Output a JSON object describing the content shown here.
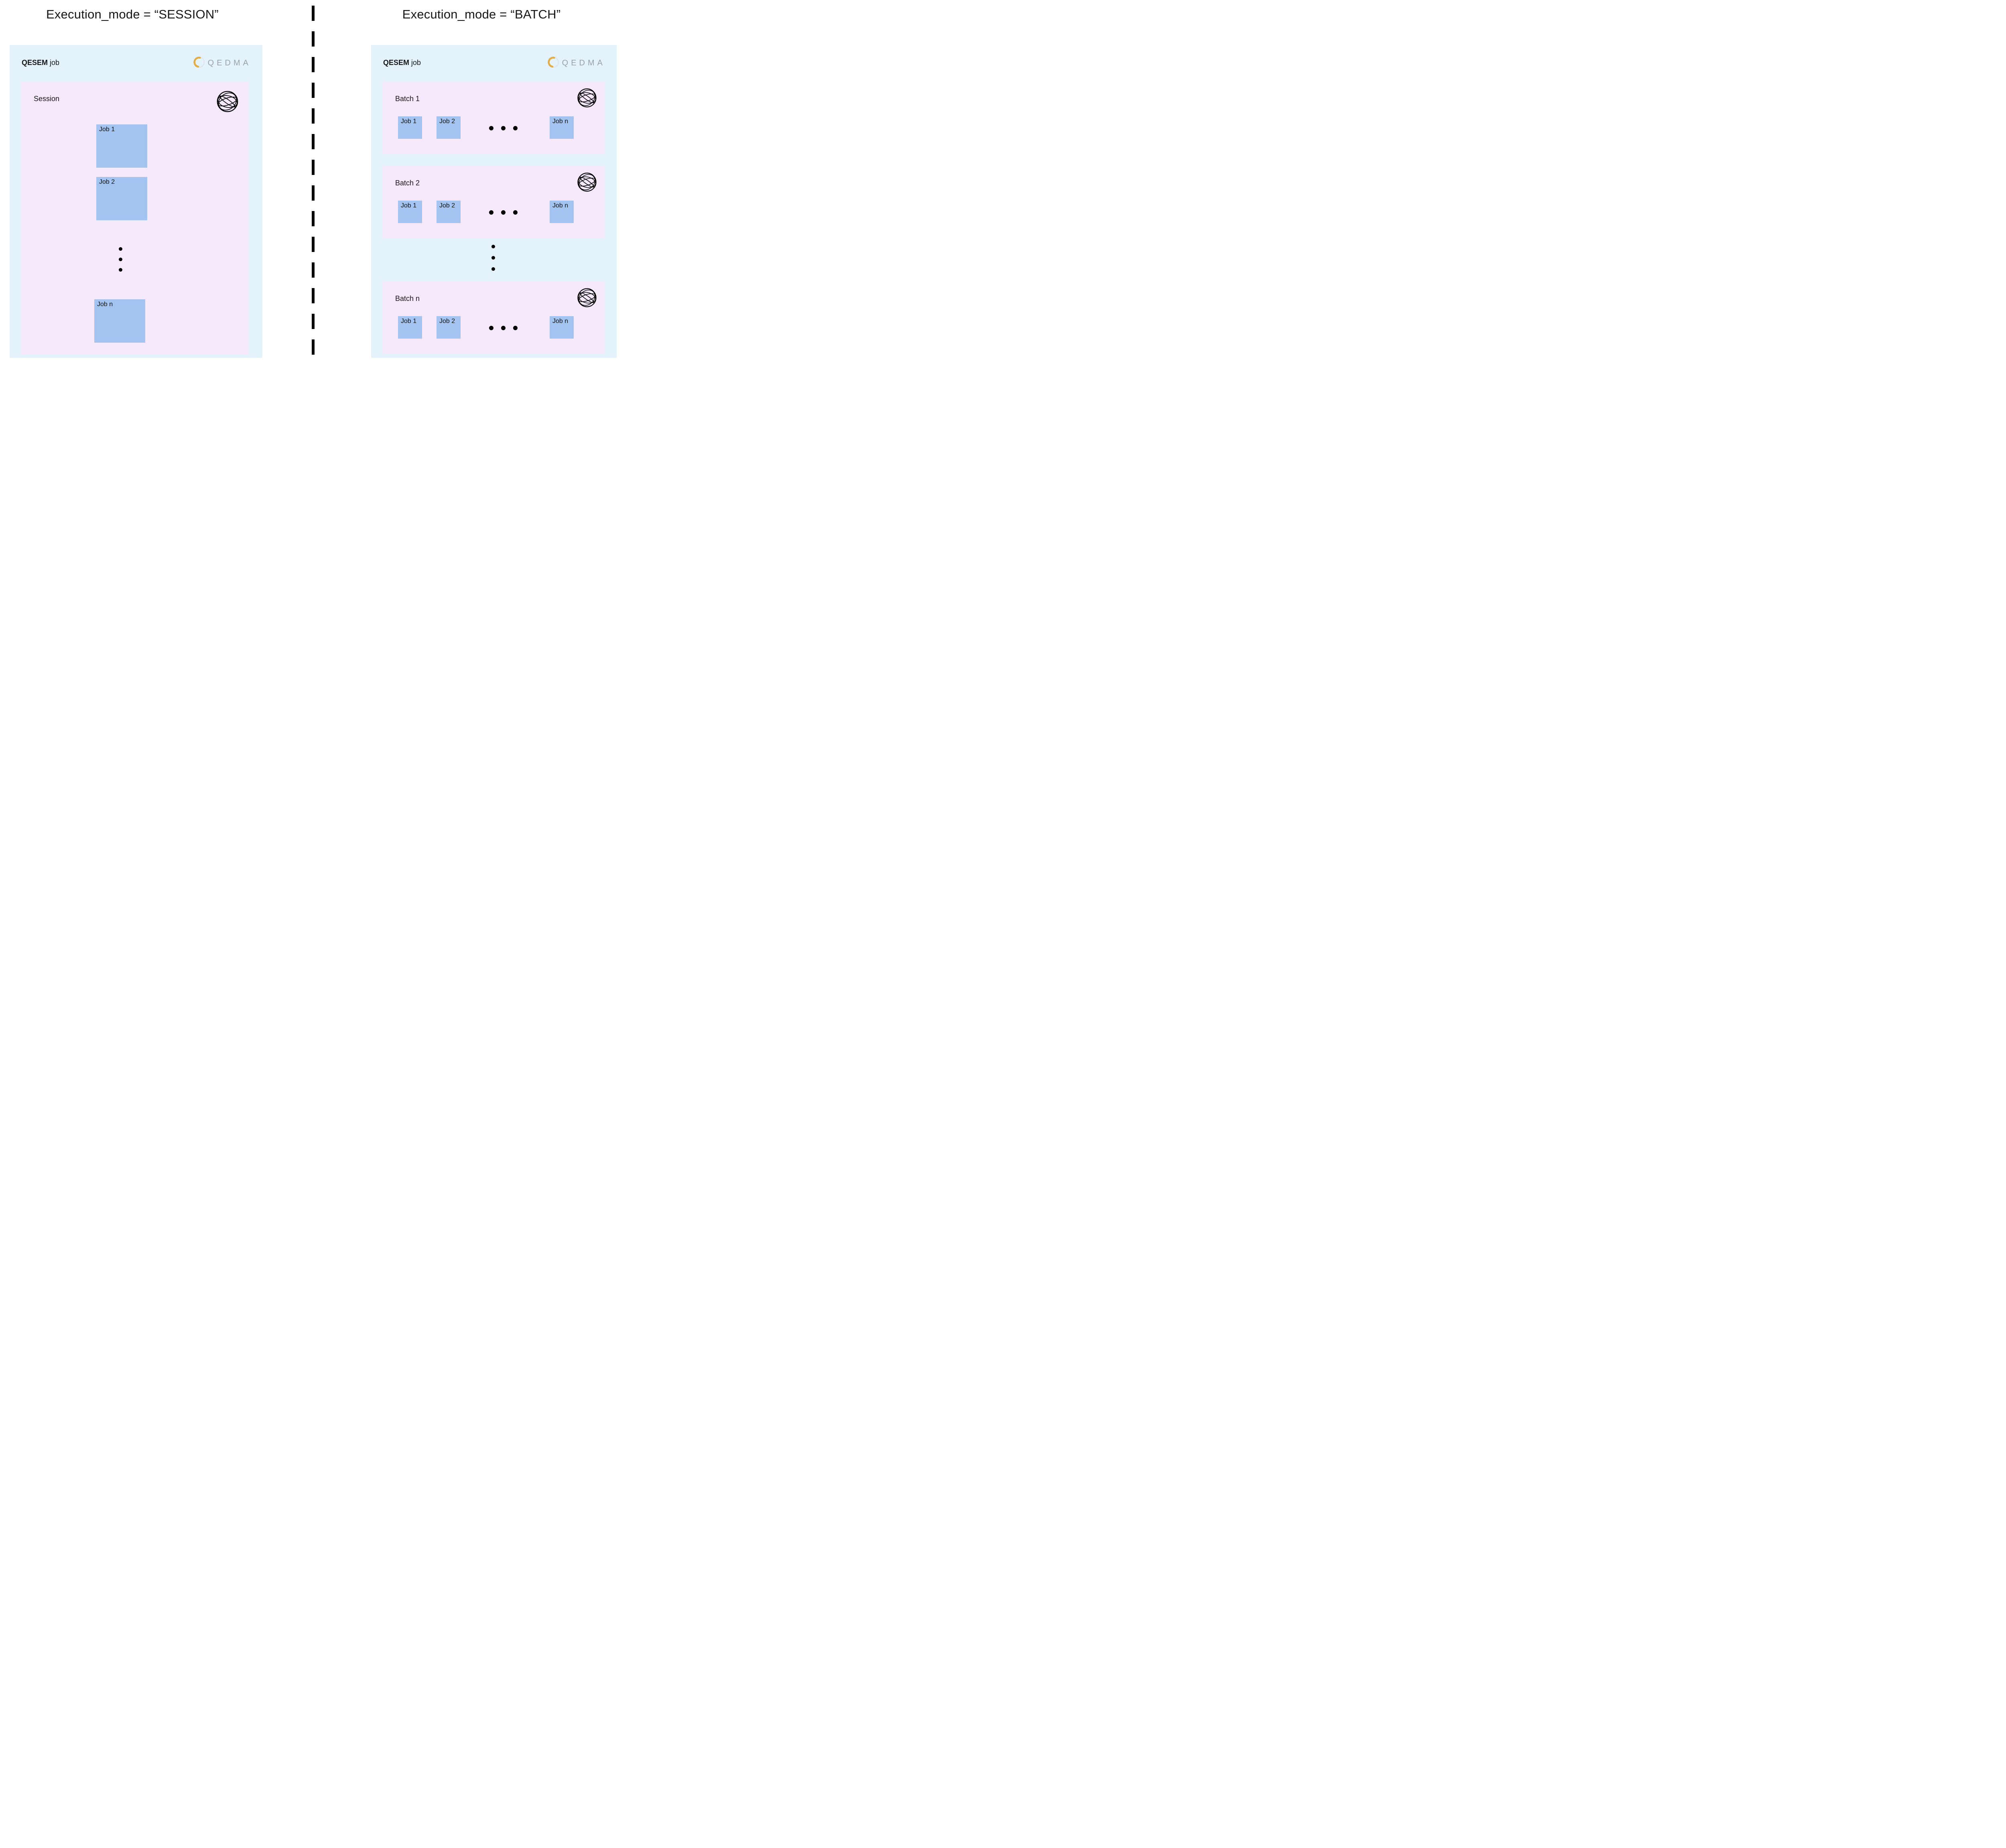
{
  "left": {
    "title": {
      "prefix": "Execution_mode = ",
      "value": "“SESSION”"
    },
    "job_panel": {
      "brand": "QESEM",
      "suffix": "job",
      "logo_text": "QEDMA"
    },
    "session": {
      "label": "Session",
      "jobs": [
        "Job 1",
        "Job 2",
        "Job n"
      ]
    }
  },
  "right": {
    "title": {
      "prefix": "Execution_mode = ",
      "value": "“BATCH”"
    },
    "job_panel": {
      "brand": "QESEM",
      "suffix": "job",
      "logo_text": "QEDMA"
    },
    "batches": [
      {
        "label": "Batch 1",
        "jobs": [
          "Job 1",
          "Job 2",
          "Job n"
        ]
      },
      {
        "label": "Batch 2",
        "jobs": [
          "Job 1",
          "Job 2",
          "Job n"
        ]
      },
      {
        "label": "Batch n",
        "jobs": [
          "Job 1",
          "Job 2",
          "Job n"
        ]
      }
    ]
  },
  "icons": {
    "sphere": "qpu-sphere-icon",
    "logo_mark": "qedma-crescent-icon",
    "vertical_ellipsis": "vertical-ellipsis-icon",
    "horizontal_ellipsis": "horizontal-ellipsis-icon"
  },
  "colors": {
    "panel_bg": "#e4f3fb",
    "group_bg": "#f5e9fb",
    "job_bg": "#a3c4f1",
    "logo_text": "#9aa2a8",
    "crescent": "#e2ae46"
  }
}
